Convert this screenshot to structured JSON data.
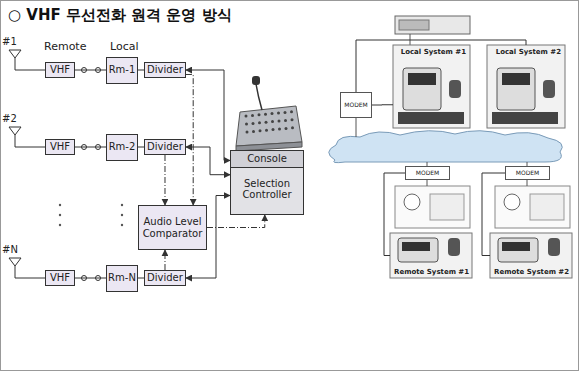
{
  "diagram": {
    "title": "○ VHF 무선전화 원격 운영 방식",
    "nodes": [
      {
        "text": [
          "VHF"
        ]
      },
      {
        "text": [
          "Rm-1"
        ]
      },
      {
        "text": [
          "Divider"
        ]
      },
      {
        "text": [
          "VHF"
        ]
      },
      {
        "text": [
          "Rm-2"
        ]
      },
      {
        "text": [
          "Divider"
        ]
      },
      {
        "text": [
          "VHF"
        ]
      },
      {
        "text": [
          "Rm-N"
        ]
      },
      {
        "text": [
          "Divider"
        ]
      },
      {
        "text": [
          "Audio Level Comparator"
        ]
      },
      {
        "text": [
          "Console",
          "Selection Controller"
        ]
      },
      {
        "text": [
          "MODEM"
        ]
      },
      {
        "text": [
          "Local System #1"
        ]
      },
      {
        "text": [
          "Local System #2"
        ]
      },
      {
        "text": [
          "MODEM"
        ]
      },
      {
        "text": [
          "MODEM"
        ]
      },
      {
        "text": [
          "Remote System #1"
        ]
      },
      {
        "text": [
          "Remote System #2"
        ]
      }
    ],
    "edges": [
      {
        "from": 0,
        "to": 1,
        "arrow": "none"
      },
      {
        "from": 1,
        "to": 2,
        "arrow": "none"
      },
      {
        "from": 3,
        "to": 4,
        "arrow": "none"
      },
      {
        "from": 4,
        "to": 5,
        "arrow": "none"
      },
      {
        "from": 6,
        "to": 7,
        "arrow": "none"
      },
      {
        "from": 7,
        "to": 8,
        "arrow": "none"
      },
      {
        "from": 2,
        "to": 10,
        "arrow": "both"
      },
      {
        "from": 5,
        "to": 10,
        "arrow": "both"
      },
      {
        "from": 8,
        "to": 10,
        "arrow": "both"
      },
      {
        "from": 2,
        "to": 9,
        "arrow": "to"
      },
      {
        "from": 5,
        "to": 9,
        "arrow": "to"
      },
      {
        "from": 8,
        "to": 9,
        "arrow": "to"
      },
      {
        "from": 9,
        "to": 10,
        "arrow": "to"
      },
      {
        "from": 11,
        "to": 12,
        "arrow": "none"
      },
      {
        "from": 11,
        "to": 13,
        "arrow": "none"
      },
      {
        "from": 14,
        "to": 16,
        "arrow": "none"
      },
      {
        "from": 15,
        "to": 17,
        "arrow": "none"
      }
    ],
    "labels": [
      "Remote",
      "Local",
      "#1",
      "#2",
      "#N"
    ]
  }
}
